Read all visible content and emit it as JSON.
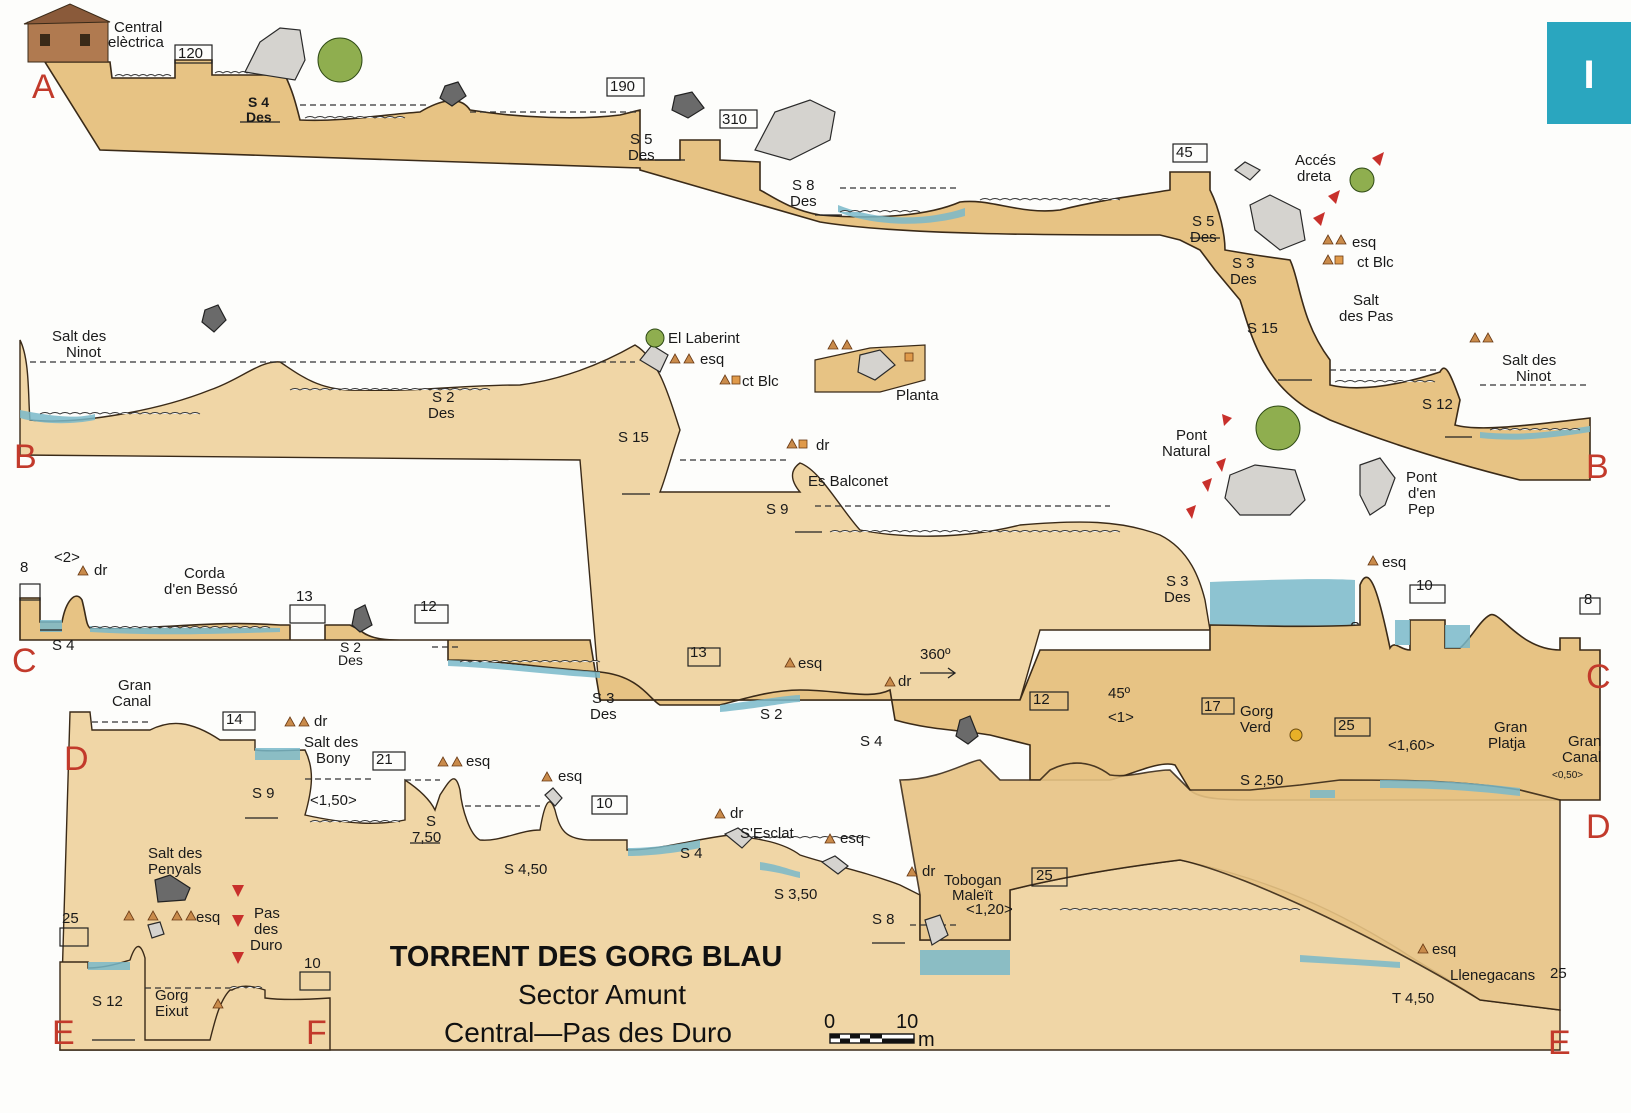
{
  "badge": {
    "label": "I"
  },
  "title": {
    "line1": "TORRENT DES GORG BLAU",
    "line2": "Sector Amunt",
    "line3": "Central—Pas des Duro"
  },
  "scale": {
    "zero": "0",
    "ten": "10",
    "unit": "m"
  },
  "section_letters": [
    "A",
    "B",
    "B",
    "C",
    "C",
    "D",
    "D",
    "E",
    "E",
    "F"
  ],
  "labels": {
    "central_1": "Central",
    "central_2": "elèctrica",
    "d120": "120",
    "s4": "S 4",
    "des": "Des",
    "d190": "190",
    "d310": "310",
    "s5": "S 5",
    "s8": "S 8",
    "d45": "45",
    "acces_1": "Accés",
    "acces_2": "dreta",
    "esq": "esq",
    "ctblc": "ct Blc",
    "s3": "S 3",
    "salt_pas_1": "Salt",
    "salt_pas_2": "des Pas",
    "s15": "S 15",
    "salt_ninot_1": "Salt des",
    "salt_ninot_2": "Ninot",
    "s12": "S 12",
    "laberint": "El Laberint",
    "planta": "Planta",
    "s2": "S 2",
    "dr": "dr",
    "balconet": "Es Balconet",
    "s9": "S 9",
    "pont_nat_1": "Pont",
    "pont_nat_2": "Natural",
    "pont_pep_1": "Pont",
    "pont_pep_2": "d'en",
    "pont_pep_3": "Pep",
    "d8": "8",
    "lt2": "<2>",
    "corda_1": "Corda",
    "corda_2": "d'en Bessó",
    "d13": "13",
    "d12": "12",
    "d10": "10",
    "deg360": "360º",
    "gran_canal_1": "Gran",
    "gran_canal_2": "Canal",
    "d14": "14",
    "bony_1": "Salt des",
    "bony_2": "Bony",
    "lt150": "<1,50>",
    "d21": "21",
    "s_only": "S",
    "v750": "7,50",
    "s450": "S 4,50",
    "deg45": "45º",
    "lt1": "<1>",
    "d17": "17",
    "gorg_verd_1": "Gorg",
    "gorg_verd_2": "Verd",
    "s250": "S 2,50",
    "d25": "25",
    "lt160": "<1,60>",
    "platja_1": "Gran",
    "platja_2": "Platja",
    "lt050": "<0,50>",
    "esclat": "S'Esclat",
    "s350": "S 3,50",
    "tobogan_1": "Tobogan",
    "tobogan_2": "Maleït",
    "lt120": "<1,20>",
    "penyals_1": "Salt des",
    "penyals_2": "Penyals",
    "duro_1": "Pas",
    "duro_2": "des",
    "duro_3": "Duro",
    "gorg_eixut_1": "Gorg",
    "gorg_eixut_2": "Eixut",
    "llenegacans": "Llenegacans",
    "t450": "T 4,50"
  }
}
